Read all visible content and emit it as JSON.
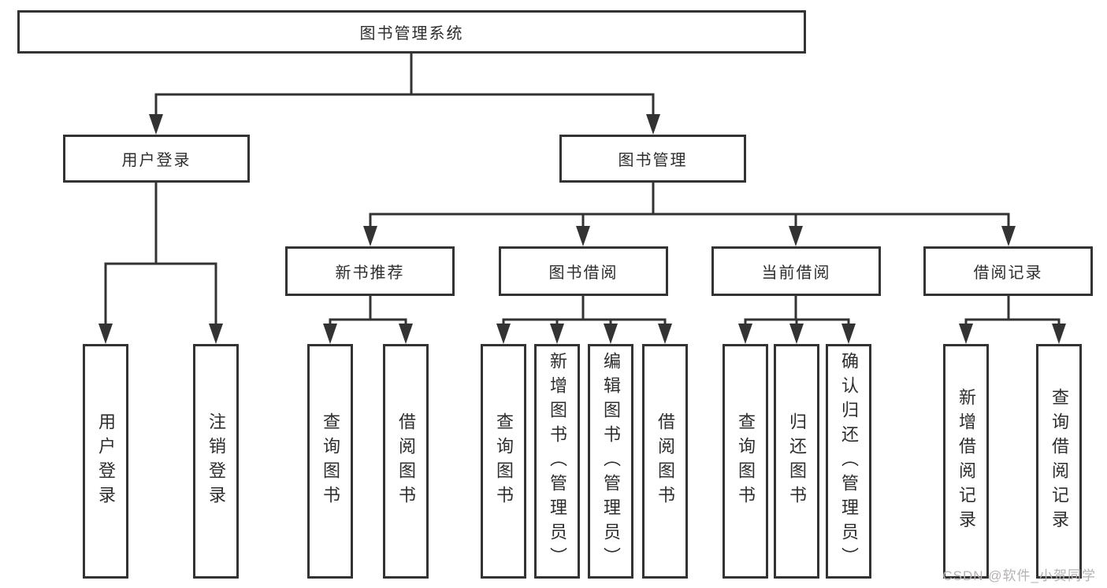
{
  "watermark": "CSDN @软件_小贺同学",
  "colors": {
    "line": "#333333",
    "box_fill": "#ffffff",
    "text": "#2d2d2d",
    "watermark": "#b5b2b1"
  },
  "tree": {
    "label": "图书管理系统",
    "children": [
      {
        "label": "用户登录",
        "children": [
          {
            "label": "用户登录"
          },
          {
            "label": "注销登录"
          }
        ]
      },
      {
        "label": "图书管理",
        "children": [
          {
            "label": "新书推荐",
            "children": [
              {
                "label": "查询图书"
              },
              {
                "label": "借阅图书"
              }
            ]
          },
          {
            "label": "图书借阅",
            "children": [
              {
                "label": "查询图书"
              },
              {
                "label": "新增图书（管理员）"
              },
              {
                "label": "编辑图书（管理员）"
              },
              {
                "label": "借阅图书"
              }
            ]
          },
          {
            "label": "当前借阅",
            "children": [
              {
                "label": "查询图书"
              },
              {
                "label": "归还图书"
              },
              {
                "label": "确认归还（管理员）"
              }
            ]
          },
          {
            "label": "借阅记录",
            "children": [
              {
                "label": "新增借阅记录"
              },
              {
                "label": "查询借阅记录"
              }
            ]
          }
        ]
      }
    ]
  }
}
